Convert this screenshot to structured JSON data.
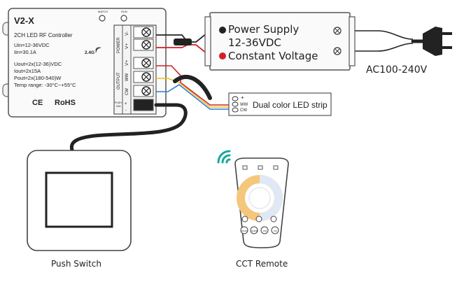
{
  "controller": {
    "model": "V2-X",
    "led_match": "MATCH",
    "led_run": "RUN",
    "subtitle": "2CH LED RF Controller",
    "spec_uin": "Uin=12-36VDC",
    "spec_iin": "Iin=30.1A",
    "rf_band": "2.4G",
    "spec_uout": "Uout=2x(12-36)VDC",
    "spec_iout": "Iout=2x15A",
    "spec_pout": "Pout=2x(180-540)W",
    "spec_temp": "Temp range: -30°C~+55°C",
    "mark_ce": "CE",
    "mark_rohs": "RoHS",
    "label_power": "POWER",
    "label_output": "OUTPUT",
    "term_vminus": "V-",
    "term_vplus": "V+",
    "term_vplus_out": "V+",
    "term_ww": "WW",
    "term_cw": "CW",
    "label_push": "PUSH",
    "label_dim": "DIM",
    "push_plus": "+",
    "push_minus": "-"
  },
  "power_supply": {
    "line1": "Power Supply",
    "line2": "12-36VDC",
    "line3": "Constant Voltage"
  },
  "ac_label": "AC100-240V",
  "strip": {
    "label": "Dual color LED strip",
    "pin_plus": "+",
    "pin_ww": "WW",
    "pin_cw": "CW"
  },
  "push_switch_label": "Push Switch",
  "remote": {
    "label": "CCT Remote",
    "btn1": "NIGHT",
    "btn2": "SCENE",
    "btn3": "WW",
    "btn4": "CW"
  }
}
